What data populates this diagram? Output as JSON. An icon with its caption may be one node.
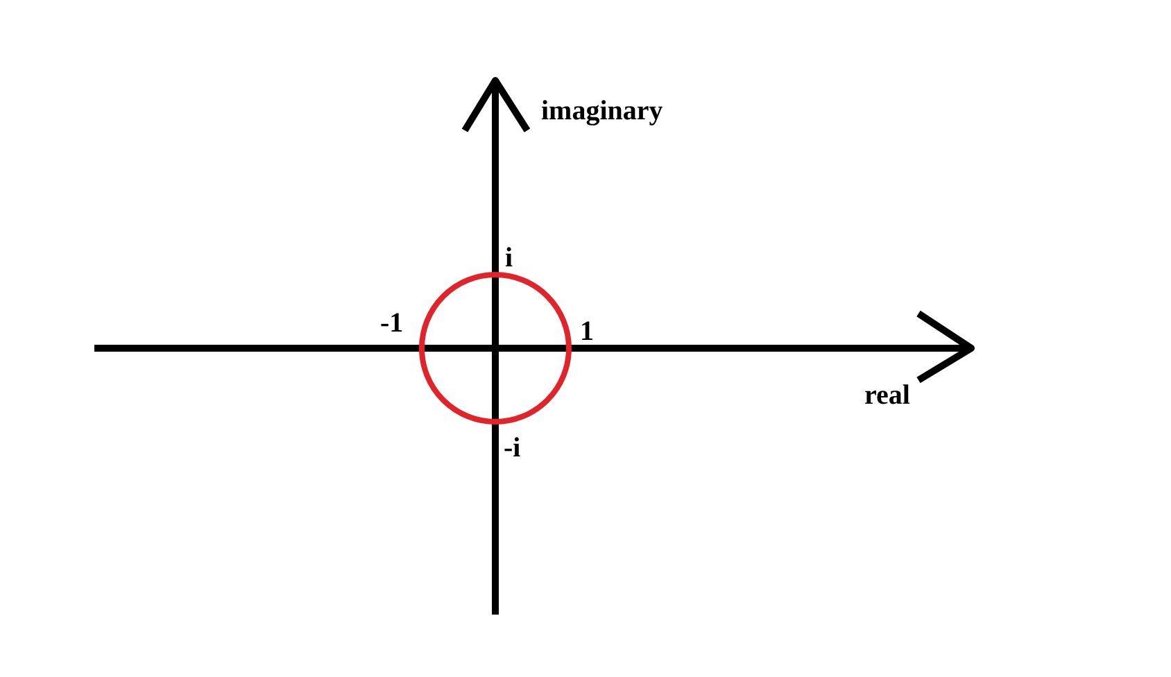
{
  "diagram": {
    "labels": [
      "imaginary",
      "i",
      "-1",
      "1",
      "real",
      "-i"
    ]
  }
}
